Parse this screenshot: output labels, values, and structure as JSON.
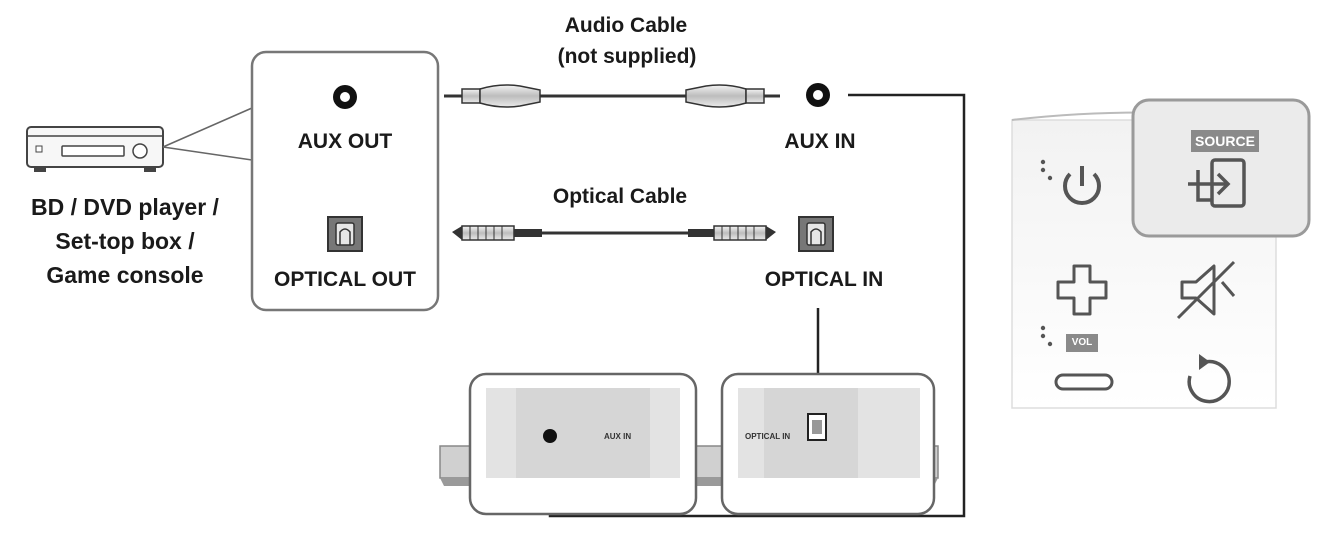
{
  "cables": {
    "audio_title": "Audio Cable",
    "audio_note": "(not supplied)",
    "optical_title": "Optical Cable"
  },
  "source_device": {
    "label_line1": "BD / DVD player /",
    "label_line2": "Set-top box /",
    "label_line3": "Game console"
  },
  "device_ports": {
    "aux_out": "AUX OUT",
    "optical_out": "OPTICAL OUT"
  },
  "soundbar_ports": {
    "aux_in": "AUX IN",
    "optical_in": "OPTICAL IN"
  },
  "rear_panel": {
    "aux_in_small": "AUX IN",
    "optical_in_small": "OPTICAL IN"
  },
  "remote_panel": {
    "source_label": "SOURCE",
    "vol_label": "VOL",
    "icons": [
      "power-icon",
      "source-input-icon",
      "plus-icon",
      "mute-icon",
      "minus-icon",
      "repeat-icon"
    ]
  },
  "colors": {
    "line": "#222222",
    "panel_border": "#777777",
    "panel_fill": "#ececec",
    "label_badge": "#8a8a8a"
  }
}
